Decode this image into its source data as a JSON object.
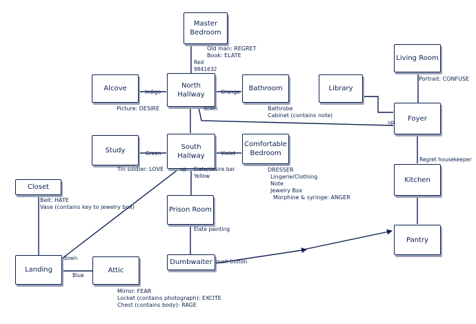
{
  "rooms": {
    "master_bedroom": "Master\nBedroom",
    "alcove": "Alcove",
    "north_hallway": "North\nHallway",
    "bathroom": "Bathroom",
    "library": "Library",
    "living_room": "Living Room",
    "foyer": "Foyer",
    "study": "Study",
    "south_hallway": "South\nHallway",
    "comfortable_bedroom": "Comfortable\nBedroom",
    "closet": "Closet",
    "prison_room": "Prison Room",
    "kitchen": "Kitchen",
    "pantry": "Pantry",
    "landing": "Landing",
    "attic": "Attic",
    "dumbwaiter": "Dumbwaiter"
  },
  "edge_labels": {
    "red": "Red\n9841632",
    "indigo": "Indigo",
    "orange": "Orange",
    "down_north": "down",
    "up_foyer": "up",
    "green": "Green",
    "violet": "Violet",
    "up_south": "up",
    "elate_desire_bar": "Elate/desire bar\nYellow",
    "regret_housekeeper": "Regret housekeeper",
    "elate_painting": "Elate painting",
    "down_landing": "down",
    "blue": "Blue",
    "push_button": "push button"
  },
  "notes": {
    "master_bedroom": [
      "Old man: REGRET",
      "Book: ELATE"
    ],
    "alcove": [
      "Picture: DESIRE"
    ],
    "bathroom": [
      "Bathrobe",
      "Cabinet (contains note)"
    ],
    "living_room": [
      "Portrait: CONFUSE"
    ],
    "study": [
      "Tin soldier: LOVE"
    ],
    "comfortable_bedroom": [
      "DRESSER",
      "Lingerie/Clothing",
      "Note",
      "Jewelry Box",
      "Morphine & syringe: ANGER"
    ],
    "closet": [
      "Belt: HATE",
      "Vase (contains key to jewelry box)"
    ],
    "attic": [
      "Mirror: FEAR",
      "Locket (contains photograph): EXCITE",
      "Chest (contains body): RAGE"
    ]
  }
}
